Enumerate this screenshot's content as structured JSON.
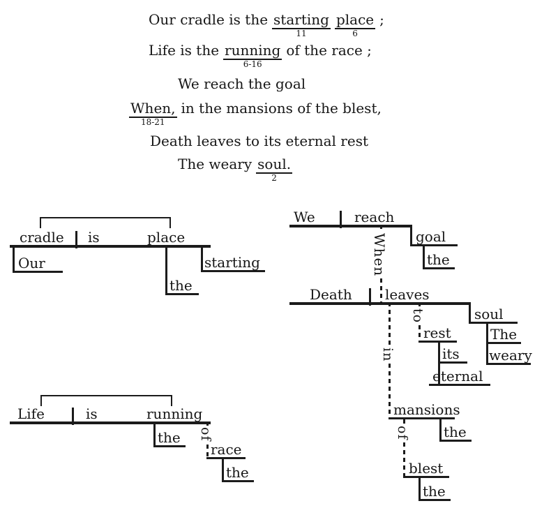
{
  "poem": {
    "line1": {
      "seg0": "Our cradle is the",
      "word1": "starting",
      "ref1": "11",
      "word2": "place",
      "ref2": "6",
      "seg3": ";"
    },
    "line2": {
      "seg0": "Life is the",
      "word1": "running",
      "ref1": "6-16",
      "seg2": "of the race ;"
    },
    "line3": {
      "seg0": "We reach the goal"
    },
    "line4": {
      "word0": "When,",
      "ref0": "18-21",
      "seg1": "in the mansions of the blest,"
    },
    "line5": {
      "seg0": "Death leaves to its eternal rest"
    },
    "line6": {
      "seg0": "The weary",
      "word1": "soul.",
      "ref1": "2"
    }
  },
  "diagram1": {
    "subject": "cradle",
    "verb": "is",
    "complement": "place",
    "mod_subject": "Our",
    "mod_complement_1": "starting",
    "mod_complement_2": "the"
  },
  "diagram2": {
    "subject": "Life",
    "verb": "is",
    "complement": "running",
    "mod_complement": "the",
    "prep": "of",
    "prep_object": "race",
    "mod_prep_object": "the"
  },
  "diagram3": {
    "connector": "When",
    "clause1": {
      "subject": "We",
      "verb": "reach",
      "object": "goal",
      "mod_object": "the"
    },
    "clause2": {
      "subject": "Death",
      "verb": "leaves",
      "object": "soul",
      "mod_object_1": "The",
      "mod_object_2": "weary",
      "prep1": "to",
      "prep1_object": "rest",
      "mod_prep1_object_1": "its",
      "mod_prep1_object_2": "eternal",
      "prep2": "in",
      "prep2_object": "mansions",
      "mod_prep2_object": "the",
      "prep3": "of",
      "prep3_object": "blest",
      "mod_prep3_object": "the"
    }
  }
}
